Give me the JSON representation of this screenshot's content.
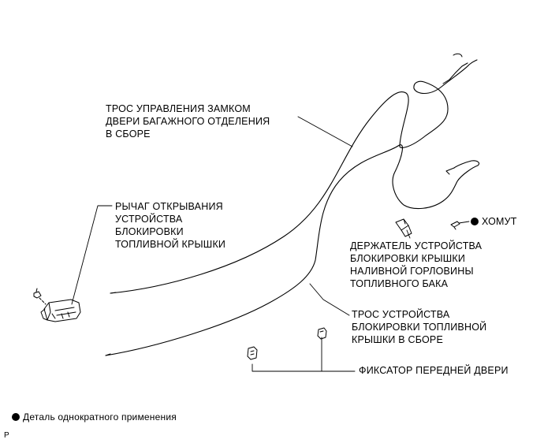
{
  "labels": {
    "trunk_cable": [
      "ТРОС УПРАВЛЕНИЯ ЗАМКОМ",
      "ДВЕРИ БАГАЖНОГО ОТДЕЛЕНИЯ",
      "В СБОРЕ"
    ],
    "fuel_lid_lever": [
      "РЫЧАГ ОТКРЫВАНИЯ",
      "УСТРОЙСТВА",
      "БЛОКИРОВКИ",
      "ТОПЛИВНОЙ КРЫШКИ"
    ],
    "clamp": "ХОМУТ",
    "lock_holder": [
      "ДЕРЖАТЕЛЬ УСТРОЙСТВА",
      "БЛОКИРОВКИ КРЫШКИ",
      "НАЛИВНОЙ ГОРЛОВИНЫ",
      "ТОПЛИВНОГО БАКА"
    ],
    "fuel_lid_cable": [
      "ТРОС УСТРОЙСТВА",
      "БЛОКИРОВКИ ТОПЛИВНОЙ",
      "КРЫШКИ В СБОРЕ"
    ],
    "front_door_retainer": "ФИКСАТОР ПЕРЕДНЕЙ ДВЕРИ"
  },
  "legend": {
    "non_reusable": "Деталь однократного применения"
  },
  "figure_code": "P"
}
